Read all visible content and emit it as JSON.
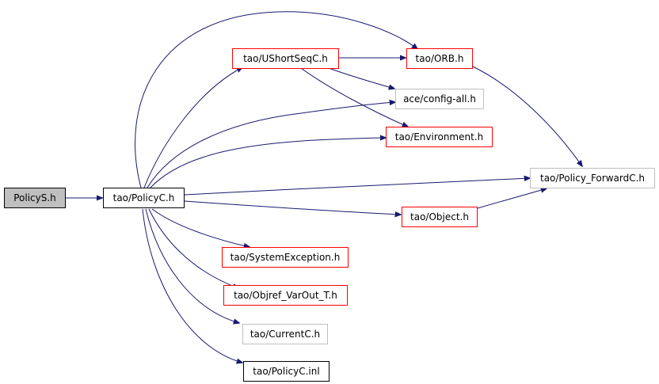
{
  "colors": {
    "edge": "#191970",
    "root_fill": "#bfbfbf",
    "red_border": "#ff0000",
    "gray_border": "#bfbfbf",
    "black_border": "#000000"
  },
  "nodes": {
    "policys_h": "PolicyS.h",
    "policyc_h": "tao/PolicyC.h",
    "ushortseqc_h": "tao/UShortSeqC.h",
    "orb_h": "tao/ORB.h",
    "config_all_h": "ace/config-all.h",
    "environment_h": "tao/Environment.h",
    "policy_forwardc_h": "tao/Policy_ForwardC.h",
    "object_h": "tao/Object.h",
    "systemexception_h": "tao/SystemException.h",
    "objref_varout_t_h": "tao/Objref_VarOut_T.h",
    "currentc_h": "tao/CurrentC.h",
    "policyc_inl": "tao/PolicyC.inl"
  },
  "edges": [
    {
      "from": "policys_h",
      "to": "policyc_h"
    },
    {
      "from": "policyc_h",
      "to": "ushortseqc_h"
    },
    {
      "from": "policyc_h",
      "to": "orb_h"
    },
    {
      "from": "policyc_h",
      "to": "config_all_h"
    },
    {
      "from": "policyc_h",
      "to": "environment_h"
    },
    {
      "from": "policyc_h",
      "to": "policy_forwardc_h"
    },
    {
      "from": "policyc_h",
      "to": "object_h"
    },
    {
      "from": "policyc_h",
      "to": "systemexception_h"
    },
    {
      "from": "policyc_h",
      "to": "objref_varout_t_h"
    },
    {
      "from": "policyc_h",
      "to": "currentc_h"
    },
    {
      "from": "policyc_h",
      "to": "policyc_inl"
    },
    {
      "from": "ushortseqc_h",
      "to": "orb_h"
    },
    {
      "from": "ushortseqc_h",
      "to": "config_all_h"
    },
    {
      "from": "ushortseqc_h",
      "to": "environment_h"
    },
    {
      "from": "orb_h",
      "to": "policy_forwardc_h"
    },
    {
      "from": "object_h",
      "to": "policy_forwardc_h"
    }
  ]
}
